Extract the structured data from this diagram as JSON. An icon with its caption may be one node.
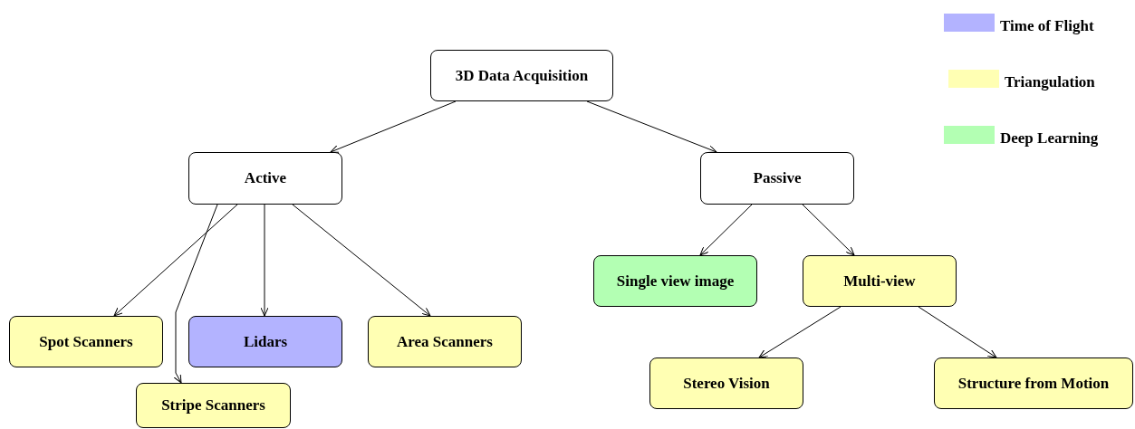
{
  "diagram": {
    "nodes": [
      {
        "text": [
          "3D Data Acquisition"
        ]
      },
      {
        "text": [
          "Active"
        ]
      },
      {
        "text": [
          "Passive"
        ]
      },
      {
        "text": [
          "Spot Scanners"
        ]
      },
      {
        "text": [
          "Lidars"
        ]
      },
      {
        "text": [
          "Area Scanners"
        ]
      },
      {
        "text": [
          "Stripe Scanners"
        ]
      },
      {
        "text": [
          "Single view image"
        ]
      },
      {
        "text": [
          "Multi-view"
        ]
      },
      {
        "text": [
          "Stereo Vision"
        ]
      },
      {
        "text": [
          "Structure from Motion"
        ]
      }
    ],
    "edges": [
      {
        "from": 0,
        "to": 1,
        "arrow": "to"
      },
      {
        "from": 0,
        "to": 2,
        "arrow": "to"
      },
      {
        "from": 1,
        "to": 3,
        "arrow": "to"
      },
      {
        "from": 1,
        "to": 4,
        "arrow": "to"
      },
      {
        "from": 1,
        "to": 5,
        "arrow": "to"
      },
      {
        "from": 1,
        "to": 6,
        "arrow": "to"
      },
      {
        "from": 2,
        "to": 7,
        "arrow": "to"
      },
      {
        "from": 2,
        "to": 8,
        "arrow": "to"
      },
      {
        "from": 8,
        "to": 9,
        "arrow": "to"
      },
      {
        "from": 8,
        "to": 10,
        "arrow": "to"
      }
    ],
    "legend": [
      {
        "text": "Time of Flight",
        "color": "#b3b3ff"
      },
      {
        "text": "Triangulation",
        "color": "#ffffb3"
      },
      {
        "text": "Deep Learning",
        "color": "#b3ffb3"
      }
    ]
  }
}
